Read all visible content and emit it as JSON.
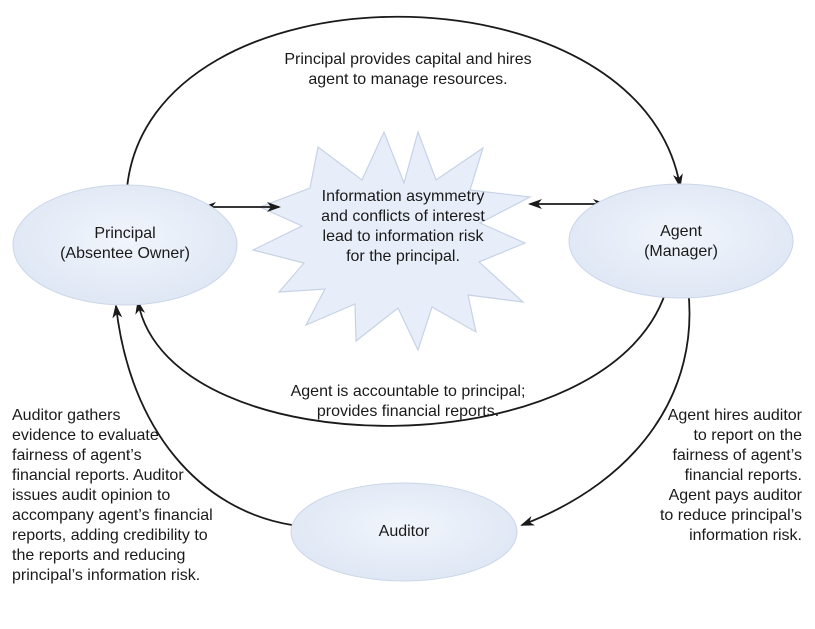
{
  "colors": {
    "node_fill": "#e6edf8",
    "node_stroke": "#c9d4e6",
    "line": "#1a1a1a",
    "text": "#1a1a1a"
  },
  "nodes": {
    "principal": {
      "line1": "Principal",
      "line2": "(Absentee Owner)"
    },
    "agent": {
      "line1": "Agent",
      "line2": "(Manager)"
    },
    "auditor": {
      "label": "Auditor"
    },
    "burst": {
      "lines": [
        "Information asymmetry",
        "and conflicts of interest",
        "lead to information risk",
        "for the principal."
      ]
    }
  },
  "labels": {
    "top": [
      "Principal provides capital and hires",
      "agent to manage resources."
    ],
    "middle": [
      "Agent is accountable to principal;",
      "provides financial reports."
    ],
    "left": [
      "Auditor gathers",
      "evidence to evaluate",
      "fairness of agent’s",
      "financial reports. Auditor",
      "issues audit opinion to",
      "accompany agent’s financial",
      "reports, adding credibility to",
      "the reports and reducing",
      "principal’s information risk."
    ],
    "right": [
      "Agent hires auditor",
      "to report on the",
      "fairness of agent’s",
      "financial reports.",
      "Agent pays auditor",
      "to reduce principal’s",
      "information risk."
    ]
  }
}
